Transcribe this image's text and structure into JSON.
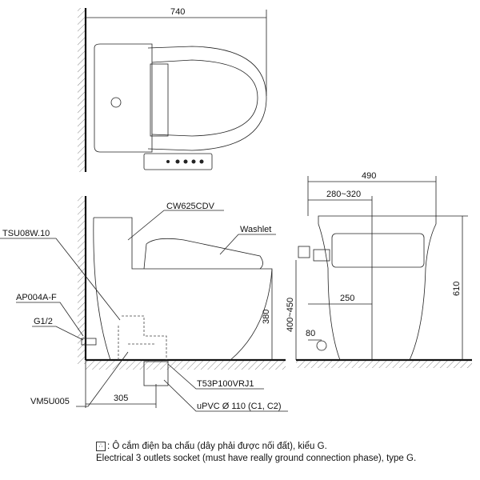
{
  "top_view": {
    "width_dim": "740"
  },
  "side_view": {
    "labels": {
      "bowl": "CW625CDV",
      "seat": "Washlet",
      "valve": "TSU08W.10",
      "angle_valve": "AP004A-F",
      "thread": "G1/2",
      "flange": "T53P100VRJ1",
      "hose": "VM5U005",
      "pipe": "uPVC Ø 110 (C1, C2)"
    },
    "dims": {
      "rough_in": "305",
      "seat_height": "380",
      "total_seat_height": "400~450"
    }
  },
  "front_view": {
    "dims": {
      "width": "490",
      "socket_offset": "280~320",
      "pipe_offset": "250",
      "pipe_height": "80",
      "height": "610"
    }
  },
  "legend": {
    "socket_icon": "socket-icon",
    "line_vi": ": Ô cắm điện ba chấu (dây phải được nối đất), kiểu G.",
    "line_en": "Electrical 3 outlets socket (must have really ground connection phase), type G."
  }
}
